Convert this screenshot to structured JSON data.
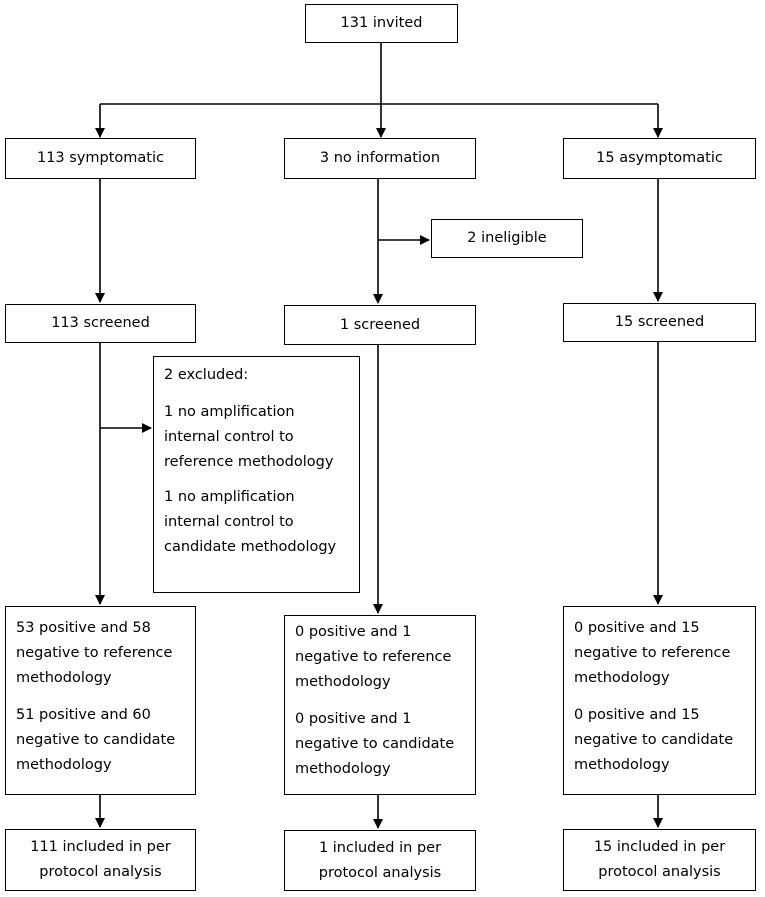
{
  "invited": "131 invited",
  "columns": {
    "left": {
      "group": "113 symptomatic",
      "screened": "113 screened",
      "results": [
        [
          "53 positive and 58",
          "negative to reference",
          "methodology"
        ],
        [
          "51 positive and 60",
          "negative to candidate",
          "methodology"
        ]
      ],
      "included": [
        "111 included in per",
        "protocol analysis"
      ]
    },
    "middle": {
      "group": "3 no information",
      "screened": "1 screened",
      "results": [
        [
          "0 positive and 1",
          "negative to reference",
          "methodology"
        ],
        [
          "0 positive and 1",
          "negative to candidate",
          "methodology"
        ]
      ],
      "included": [
        "1 included in per",
        "protocol analysis"
      ]
    },
    "right": {
      "group": "15 asymptomatic",
      "screened": "15 screened",
      "results": [
        [
          "0 positive and 15",
          "negative to reference",
          "methodology"
        ],
        [
          "0 positive and 15",
          "negative to candidate",
          "methodology"
        ]
      ],
      "included": [
        "15 included in per",
        "protocol analysis"
      ]
    }
  },
  "ineligible": "2 ineligible",
  "excluded": {
    "title": "2 excluded:",
    "items": [
      [
        "1 no amplification",
        "internal control to",
        "reference methodology"
      ],
      [
        "1 no amplification",
        "internal control to",
        "candidate methodology"
      ]
    ]
  }
}
